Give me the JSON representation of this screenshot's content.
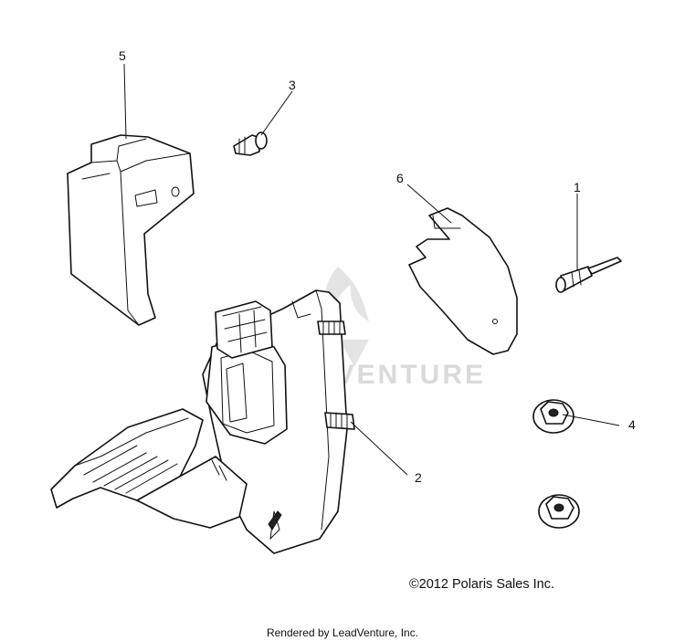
{
  "watermark": {
    "text": "LEADVENTURE"
  },
  "callouts": [
    {
      "id": "1",
      "label": "1"
    },
    {
      "id": "2",
      "label": "2"
    },
    {
      "id": "3",
      "label": "3"
    },
    {
      "id": "4",
      "label": "4"
    },
    {
      "id": "5",
      "label": "5"
    },
    {
      "id": "6",
      "label": "6"
    }
  ],
  "footer": {
    "copyright": "©2012 Polaris Sales Inc.",
    "rendered_by": "Rendered by LeadVenture, Inc."
  }
}
